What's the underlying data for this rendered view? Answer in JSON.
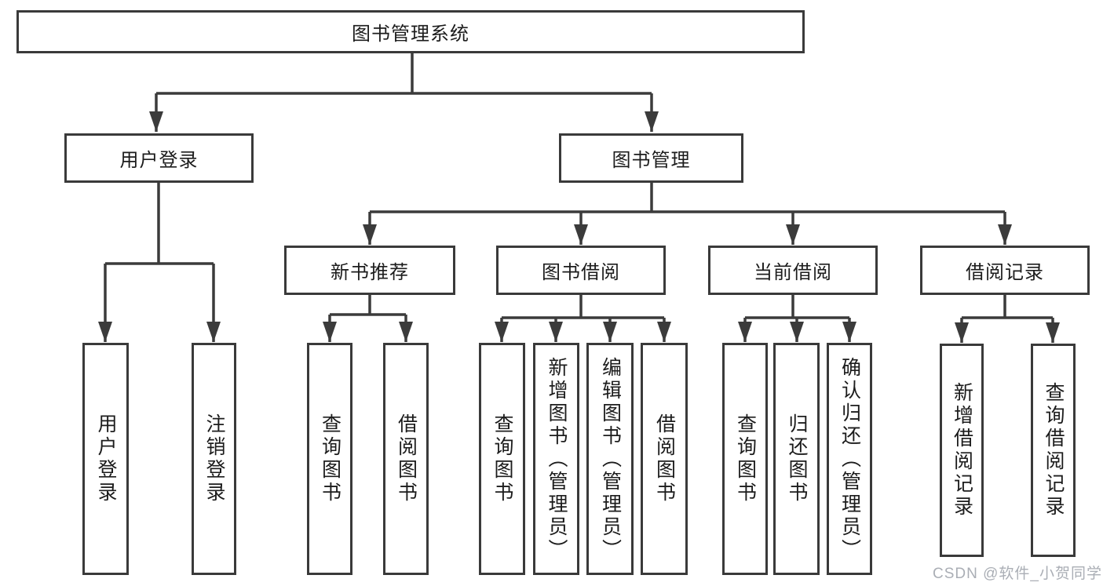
{
  "nodes": {
    "root": {
      "label": "图书管理系统"
    },
    "user_login": {
      "label": "用户登录",
      "children": [
        {
          "label": "用户登录"
        },
        {
          "label": "注销登录"
        }
      ]
    },
    "book_mgmt": {
      "label": "图书管理",
      "children": [
        {
          "label": "新书推荐",
          "children": [
            {
              "label": "查询图书"
            },
            {
              "label": "借阅图书"
            }
          ]
        },
        {
          "label": "图书借阅",
          "children": [
            {
              "label": "查询图书"
            },
            {
              "label": "新增图书（管理员）"
            },
            {
              "label": "编辑图书（管理员）"
            },
            {
              "label": "借阅图书"
            }
          ]
        },
        {
          "label": "当前借阅",
          "children": [
            {
              "label": "查询图书"
            },
            {
              "label": "归还图书"
            },
            {
              "label": "确认归还（管理员）"
            }
          ]
        },
        {
          "label": "借阅记录",
          "children": [
            {
              "label": "新增借阅记录"
            },
            {
              "label": "查询借阅记录"
            }
          ]
        }
      ]
    }
  },
  "watermark": {
    "text": "CSDN @软件_小贺同学",
    "color": "#aaaeb5"
  },
  "colors": {
    "line": "#3b3b3b",
    "box_border": "#3a3a3a",
    "text": "#1c1c1c",
    "background": "#ffffff"
  }
}
